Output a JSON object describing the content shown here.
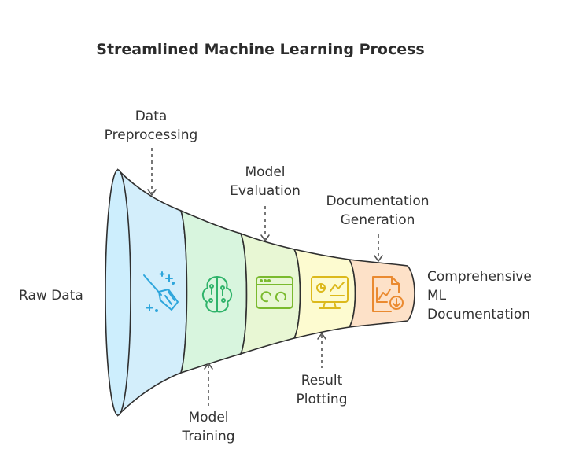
{
  "title": "Streamlined Machine Learning Process",
  "input_label": "Raw Data",
  "output_label": [
    "Comprehensive",
    "ML",
    "Documentation"
  ],
  "stages": [
    {
      "name": "Data Preprocessing",
      "label_lines": [
        "Data",
        "Preprocessing"
      ],
      "label_side": "top",
      "icon": "broom-sparkles-icon",
      "fill": "#d3eefb",
      "stroke": "#3cb4e6"
    },
    {
      "name": "Model Training",
      "label_lines": [
        "Model",
        "Training"
      ],
      "label_side": "bottom",
      "icon": "brain-circuit-icon",
      "fill": "#d8f5de",
      "stroke": "#3ec07a"
    },
    {
      "name": "Model Evaluation",
      "label_lines": [
        "Model",
        "Evaluation"
      ],
      "label_side": "top",
      "icon": "browser-window-icon",
      "fill": "#e8f7d4",
      "stroke": "#84c43c"
    },
    {
      "name": "Result Plotting",
      "label_lines": [
        "Result",
        "Plotting"
      ],
      "label_side": "bottom",
      "icon": "monitor-chart-icon",
      "fill": "#fdfbd0",
      "stroke": "#e8c832"
    },
    {
      "name": "Documentation Generation",
      "label_lines": [
        "Documentation",
        "Generation"
      ],
      "label_side": "top",
      "icon": "document-chart-download-icon",
      "fill": "#fde1c8",
      "stroke": "#f0943a"
    }
  ]
}
